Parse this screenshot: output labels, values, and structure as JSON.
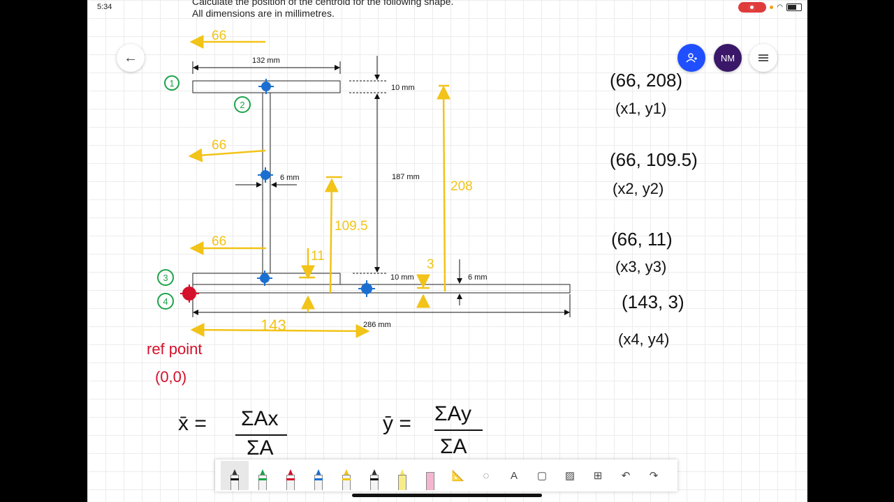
{
  "status_bar": {
    "time": "5:34"
  },
  "header": {
    "line1": "Calculate the position of the centroid for the following shape.",
    "line2": "All dimensions are in millimetres."
  },
  "buttons": {
    "back_icon": "←",
    "share": "share-user-icon",
    "avatar_initials": "NM",
    "menu": "hamburger-icon"
  },
  "diagram": {
    "dim_132": "132 mm",
    "dim_10_top": "10 mm",
    "dim_187": "187 mm",
    "dim_6_web": "6 mm",
    "dim_10_bottom": "10 mm",
    "dim_6_base": "6 mm",
    "dim_286": "286 mm"
  },
  "annotations": {
    "ann_66_top": "66",
    "ann_66_mid": "66",
    "ann_66_low": "66",
    "ann_208": "208",
    "ann_109_5": "109.5",
    "ann_11": "11",
    "ann_3": "3",
    "ann_143": "143",
    "num_1": "1",
    "num_2": "2",
    "num_3": "3",
    "num_4": "4",
    "ref_point": "ref point",
    "ref_coords": "(0,0)",
    "coords": [
      {
        "value": "(66, 208)",
        "label": "(x1, y1)"
      },
      {
        "value": "(66, 109.5)",
        "label": "(x2, y2)"
      },
      {
        "value": "(66, 11)",
        "label": "(x3, y3)"
      },
      {
        "value": "(143, 3)",
        "label": "(x4, y4)"
      }
    ],
    "xbar_lhs": "x̄ =",
    "xbar_num": "ΣAx",
    "xbar_den": "ΣA",
    "ybar_lhs": "ȳ =",
    "ybar_num": "ΣAy",
    "ybar_den": "ΣA"
  },
  "colors": {
    "yellow": "#f2c318",
    "green": "#1ca34a",
    "blue": "#1a6fd1",
    "red": "#d5102a"
  },
  "toolbar": {
    "tools": [
      "black-pen",
      "green-pen",
      "red-pen",
      "blue-pen",
      "yellow-pen",
      "black-pen-2",
      "highlighter",
      "eraser",
      "ruler",
      "lasso",
      "text",
      "shape",
      "image",
      "add",
      "undo",
      "redo"
    ],
    "text_tool_label": "A",
    "undo_icon": "↶",
    "redo_icon": "↷",
    "add_icon": "⊞"
  }
}
